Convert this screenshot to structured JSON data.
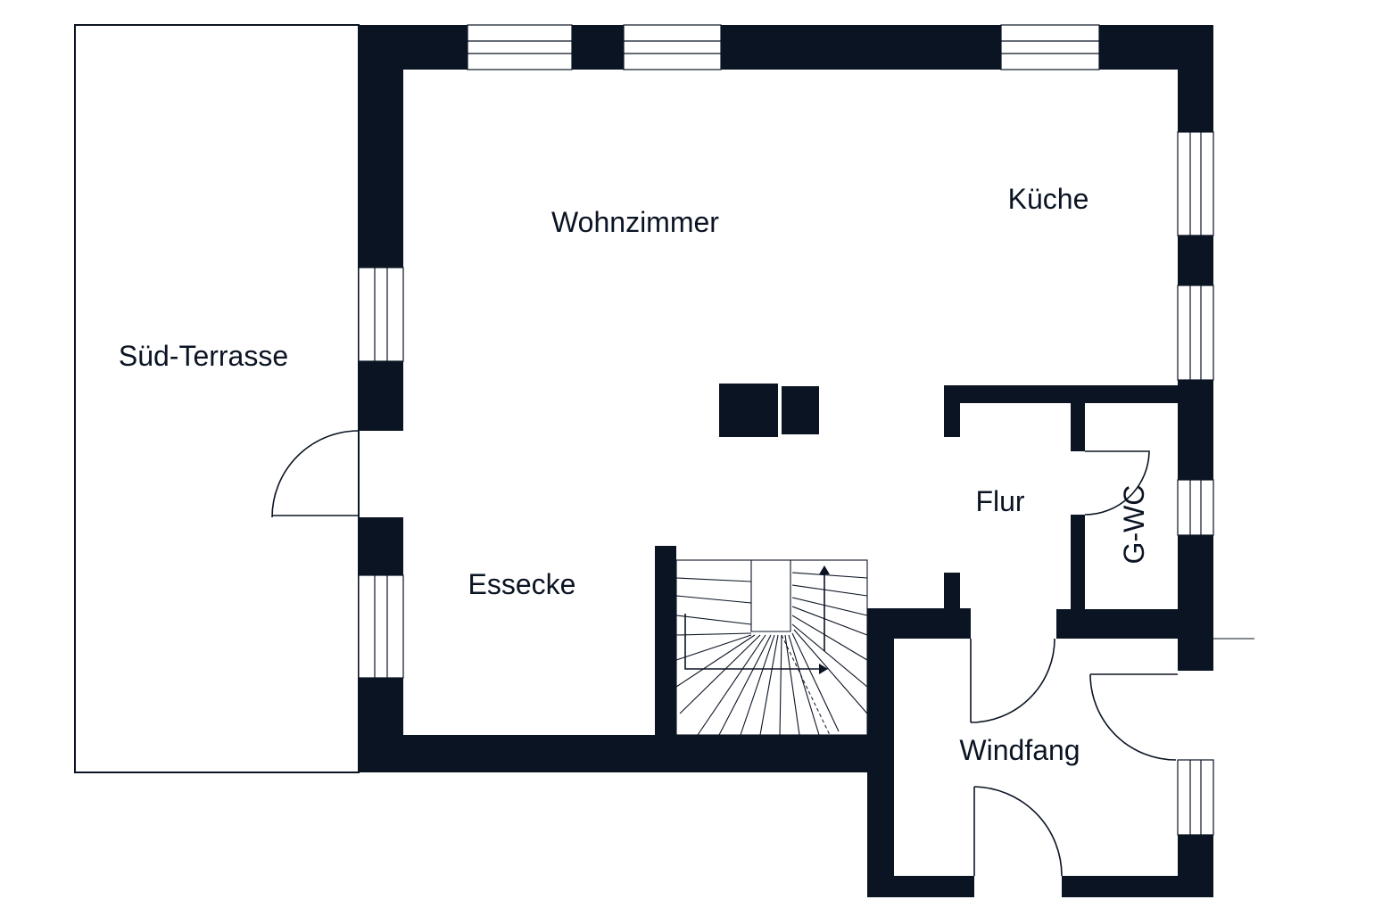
{
  "colors": {
    "wall": "#0b1423",
    "background": "#ffffff",
    "line": "#0b1423"
  },
  "rooms": {
    "terrace": "Süd-Terrasse",
    "living": "Wohnzimmer",
    "kitchen": "Küche",
    "dining": "Essecke",
    "hallway": "Flur",
    "guest_wc": "G-WC",
    "vestibule": "Windfang"
  }
}
